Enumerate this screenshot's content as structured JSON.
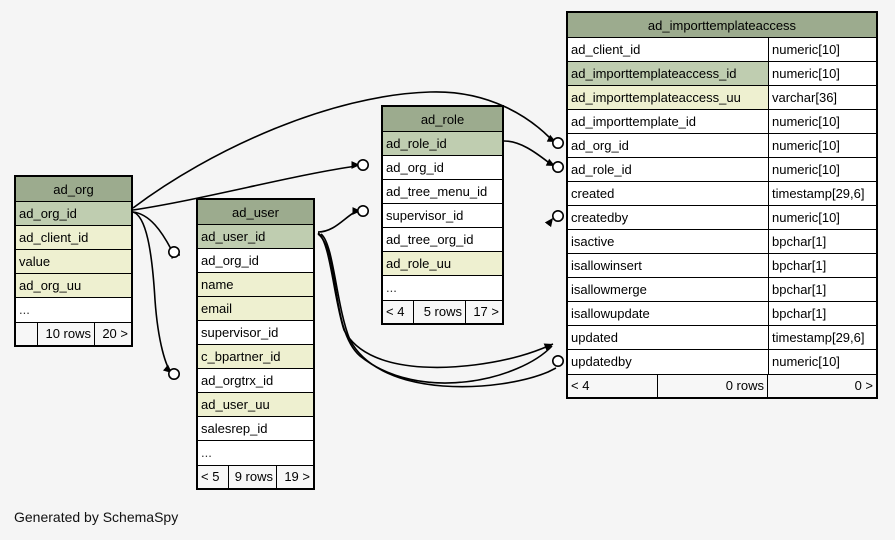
{
  "caption": "Generated by SchemaSpy",
  "colors": {
    "background": "#f5f5f5",
    "title_bg": "#9cab8e",
    "pk_bg": "#bfcdb0",
    "uu_bg": "#eef0d0",
    "plain_bg": "#ffffff",
    "border": "#000000",
    "footer_bg": "#f7f7f7"
  },
  "tables": {
    "ad_org": {
      "title": "ad_org",
      "columns": [
        {
          "name": "ad_org_id",
          "type": "",
          "kind": "pk"
        },
        {
          "name": "ad_client_id",
          "type": "",
          "kind": "uu"
        },
        {
          "name": "value",
          "type": "",
          "kind": "uu"
        },
        {
          "name": "ad_org_uu",
          "type": "",
          "kind": "uu"
        },
        {
          "name": "...",
          "type": "",
          "kind": "plain"
        }
      ],
      "footer": {
        "left": "",
        "middle": "10 rows",
        "right": "20 >"
      }
    },
    "ad_user": {
      "title": "ad_user",
      "columns": [
        {
          "name": "ad_user_id",
          "type": "",
          "kind": "pk"
        },
        {
          "name": "ad_org_id",
          "type": "",
          "kind": "plain"
        },
        {
          "name": "name",
          "type": "",
          "kind": "uu"
        },
        {
          "name": "email",
          "type": "",
          "kind": "uu"
        },
        {
          "name": "supervisor_id",
          "type": "",
          "kind": "plain"
        },
        {
          "name": "c_bpartner_id",
          "type": "",
          "kind": "uu"
        },
        {
          "name": "ad_orgtrx_id",
          "type": "",
          "kind": "plain"
        },
        {
          "name": "ad_user_uu",
          "type": "",
          "kind": "uu"
        },
        {
          "name": "salesrep_id",
          "type": "",
          "kind": "plain"
        },
        {
          "name": "...",
          "type": "",
          "kind": "plain"
        }
      ],
      "footer": {
        "left": "< 5",
        "middle": "9 rows",
        "right": "19 >"
      }
    },
    "ad_role": {
      "title": "ad_role",
      "columns": [
        {
          "name": "ad_role_id",
          "type": "",
          "kind": "pk"
        },
        {
          "name": "ad_org_id",
          "type": "",
          "kind": "plain"
        },
        {
          "name": "ad_tree_menu_id",
          "type": "",
          "kind": "plain"
        },
        {
          "name": "supervisor_id",
          "type": "",
          "kind": "plain"
        },
        {
          "name": "ad_tree_org_id",
          "type": "",
          "kind": "plain"
        },
        {
          "name": "ad_role_uu",
          "type": "",
          "kind": "uu"
        },
        {
          "name": "...",
          "type": "",
          "kind": "plain"
        }
      ],
      "footer": {
        "left": "< 4",
        "middle": "5 rows",
        "right": "17 >"
      }
    },
    "ad_importtemplateaccess": {
      "title": "ad_importtemplateaccess",
      "columns": [
        {
          "name": "ad_client_id",
          "type": "numeric[10]",
          "kind": "plain"
        },
        {
          "name": "ad_importtemplateaccess_id",
          "type": "numeric[10]",
          "kind": "pk"
        },
        {
          "name": "ad_importtemplateaccess_uu",
          "type": "varchar[36]",
          "kind": "uu"
        },
        {
          "name": "ad_importtemplate_id",
          "type": "numeric[10]",
          "kind": "plain"
        },
        {
          "name": "ad_org_id",
          "type": "numeric[10]",
          "kind": "plain"
        },
        {
          "name": "ad_role_id",
          "type": "numeric[10]",
          "kind": "plain"
        },
        {
          "name": "created",
          "type": "timestamp[29,6]",
          "kind": "plain"
        },
        {
          "name": "createdby",
          "type": "numeric[10]",
          "kind": "plain"
        },
        {
          "name": "isactive",
          "type": "bpchar[1]",
          "kind": "plain"
        },
        {
          "name": "isallowinsert",
          "type": "bpchar[1]",
          "kind": "plain"
        },
        {
          "name": "isallowmerge",
          "type": "bpchar[1]",
          "kind": "plain"
        },
        {
          "name": "isallowupdate",
          "type": "bpchar[1]",
          "kind": "plain"
        },
        {
          "name": "updated",
          "type": "timestamp[29,6]",
          "kind": "plain"
        },
        {
          "name": "updatedby",
          "type": "numeric[10]",
          "kind": "plain"
        }
      ],
      "footer": {
        "left": "< 4",
        "middle": "0 rows",
        "right": "0 >"
      }
    }
  },
  "relationships": [
    {
      "from": "ad_org.ad_org_id",
      "to": "ad_user.ad_org_id"
    },
    {
      "from": "ad_org.ad_org_id",
      "to": "ad_user.ad_orgtrx_id"
    },
    {
      "from": "ad_org.ad_org_id",
      "to": "ad_role.ad_org_id"
    },
    {
      "from": "ad_org.ad_org_id",
      "to": "ad_importtemplateaccess.ad_org_id"
    },
    {
      "from": "ad_user.ad_user_id",
      "to": "ad_role.supervisor_id"
    },
    {
      "from": "ad_user.ad_user_id",
      "to": "ad_importtemplateaccess.createdby"
    },
    {
      "from": "ad_user.ad_user_id",
      "to": "ad_importtemplateaccess.updatedby"
    },
    {
      "from": "ad_role.ad_role_id",
      "to": "ad_importtemplateaccess.ad_role_id"
    }
  ]
}
